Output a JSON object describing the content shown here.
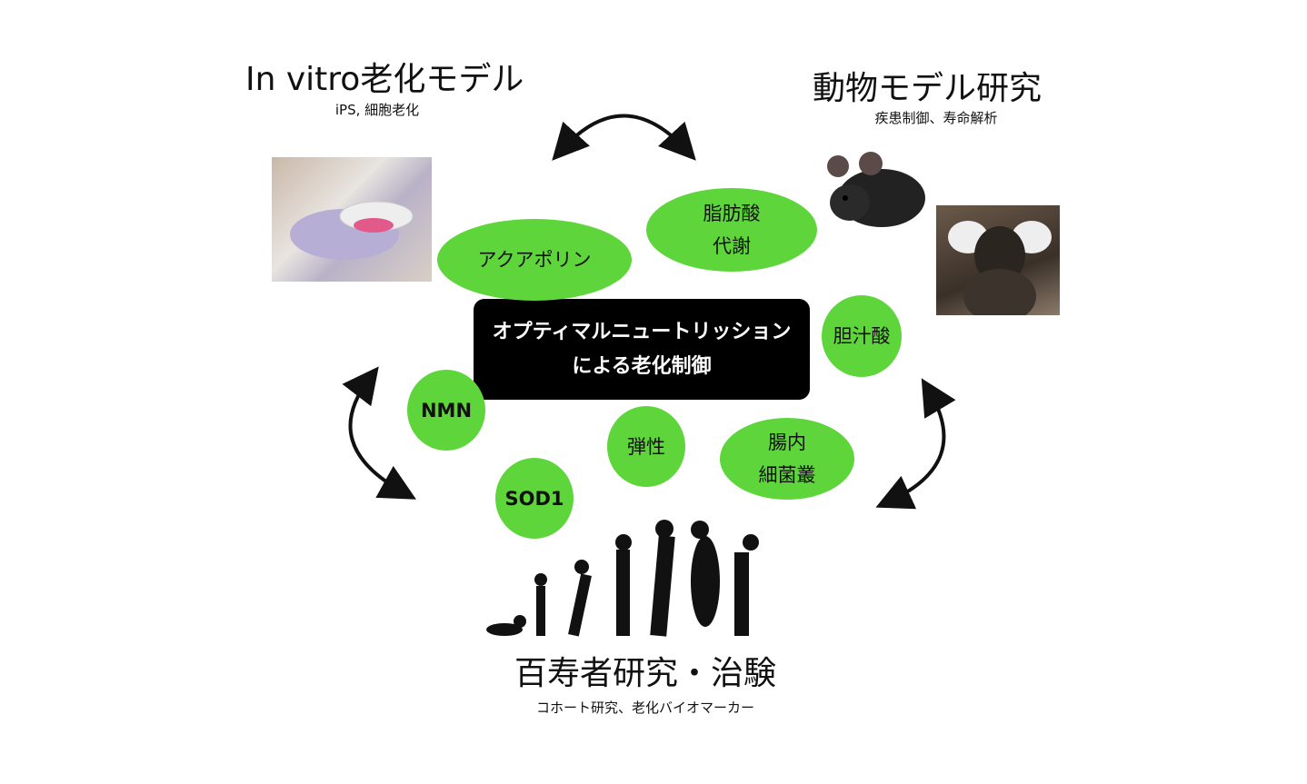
{
  "invitro": {
    "title": "In vitro老化モデル",
    "subtitle": "iPS, 細胞老化"
  },
  "animal": {
    "title": "動物モデル研究",
    "subtitle": "疾患制御、寿命解析"
  },
  "human": {
    "title": "百寿者研究・治験",
    "subtitle": "コホート研究、老化バイオマーカー"
  },
  "center": {
    "line1": "オプティマルニュートリッション",
    "line2": "による老化制御"
  },
  "factors": {
    "aquaporin": "アクアポリン",
    "fatty_acid": "脂肪酸\n代謝",
    "bile_acid": "胆汁酸",
    "nmn": "NMN",
    "elasticity": "弾性",
    "microbiota": "腸内\n細菌叢",
    "sod1": "SOD1"
  },
  "colors": {
    "factor_green": "#5ed53a",
    "center_bg": "#000000"
  }
}
